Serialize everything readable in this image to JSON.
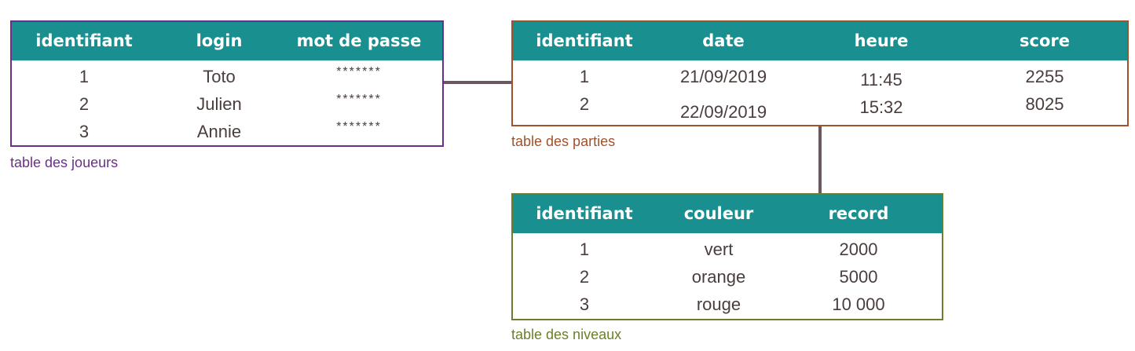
{
  "colors": {
    "header_bg": "#1a8f8f",
    "header_text": "#ffffff",
    "cell_text": "#4a3d3d",
    "joueurs": "#6b2f8a",
    "parties": "#a0522d",
    "niveaux": "#6b7f2a",
    "connector": "#6b5761"
  },
  "joueurs": {
    "caption": "table des joueurs",
    "headers": [
      "identifiant",
      "login",
      "mot de passe"
    ],
    "rows": [
      [
        "1",
        "Toto",
        "*******"
      ],
      [
        "2",
        "Julien",
        "*******"
      ],
      [
        "3",
        "Annie",
        "*******"
      ]
    ]
  },
  "parties": {
    "caption": "table des parties",
    "headers": [
      "identifiant",
      "date",
      "heure",
      "score"
    ],
    "rows": [
      [
        "1",
        "21/09/2019",
        "11:45",
        "2255"
      ],
      [
        "2",
        "22/09/2019",
        "15:32",
        "8025"
      ]
    ]
  },
  "niveaux": {
    "caption": "table des niveaux",
    "headers": [
      "identifiant",
      "couleur",
      "record"
    ],
    "rows": [
      [
        "1",
        "vert",
        "2000"
      ],
      [
        "2",
        "orange",
        "5000"
      ],
      [
        "3",
        "rouge",
        "10 000"
      ]
    ]
  }
}
